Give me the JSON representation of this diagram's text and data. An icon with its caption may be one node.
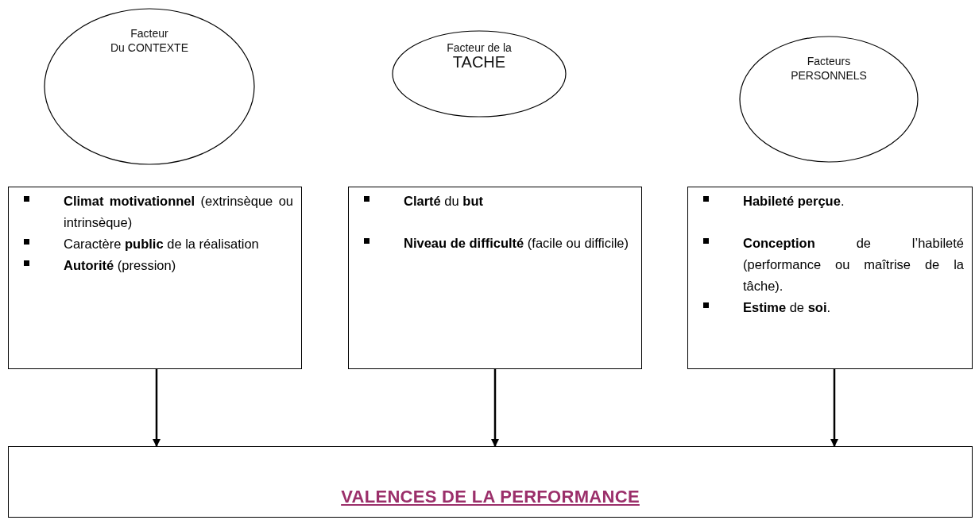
{
  "diagram": {
    "nodes": [
      {
        "text": [
          "Facteur",
          "Du CONTEXTE"
        ]
      },
      {
        "text": [
          "Facteur de la",
          "TACHE"
        ]
      },
      {
        "text": [
          "Facteurs",
          "PERSONNELS"
        ]
      },
      {
        "text": [
          "**Climat motivationnel** (extrinsèque ou intrinsèque)",
          "Caractère **public** de la réalisation",
          "**Autorité** (pression)"
        ]
      },
      {
        "text": [
          "**Clarté** du **but**",
          "**Niveau de difficulté** (facile ou difficile)"
        ]
      },
      {
        "text": [
          "**Habileté perçue**.",
          "**Conception** de l’habileté (performance ou maîtrise de la tâche).",
          "**Estime** de **soi**."
        ]
      },
      {
        "text": [
          "VALENCES DE LA PERFORMANCE"
        ]
      }
    ],
    "edges": [
      {
        "from": 3,
        "to": 6,
        "arrow": "to"
      },
      {
        "from": 4,
        "to": 6,
        "arrow": "to"
      },
      {
        "from": 5,
        "to": 6,
        "arrow": "to"
      }
    ]
  }
}
